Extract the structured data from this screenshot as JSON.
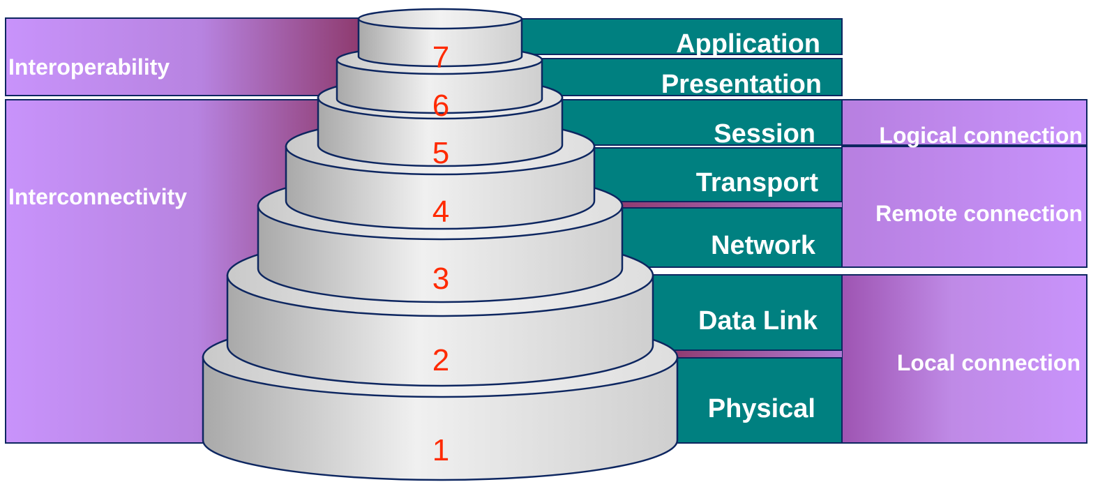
{
  "groups": {
    "interoperability": "Interoperability",
    "interconnectivity": "Interconnectivity"
  },
  "connections": {
    "logical": "Logical connection",
    "remote": "Remote connection",
    "local": "Local connection"
  },
  "layers": [
    {
      "number": "1",
      "name": "Physical"
    },
    {
      "number": "2",
      "name": "Data Link"
    },
    {
      "number": "3",
      "name": "Network"
    },
    {
      "number": "4",
      "name": "Transport"
    },
    {
      "number": "5",
      "name": "Session"
    },
    {
      "number": "6",
      "name": "Presentation"
    },
    {
      "number": "7",
      "name": "Application"
    }
  ],
  "colors": {
    "teal": "#008080",
    "violet_light": "#c893fb",
    "violet_dark": "#8e3a6e",
    "number_red": "#ff2a00",
    "disk_outline": "#0d2660"
  }
}
